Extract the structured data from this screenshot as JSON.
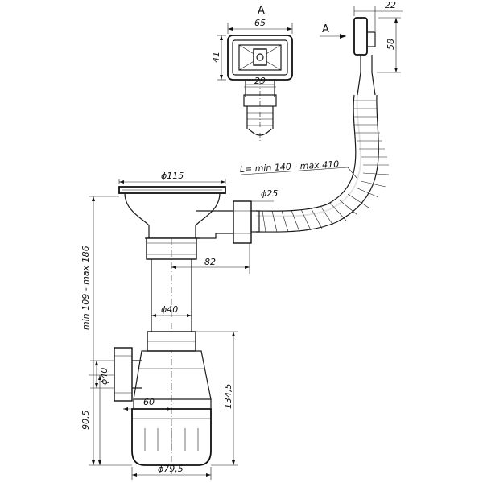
{
  "view_labels": {
    "section_mark": "A",
    "view_title": "A"
  },
  "dimensions": {
    "overflow_width": "65",
    "overflow_height": "41",
    "overflow_inner": "29",
    "top_offset": "22",
    "top_height": "58",
    "hose_length": "L= min 140 - max 410",
    "strainer_diameter": "ϕ115",
    "outlet_diameter": "ϕ25",
    "side_offset": "82",
    "tube_diameter": "ϕ40",
    "height_range": "min 109 - max 186",
    "side_inlet_diameter": "ϕ40",
    "inlet_offset": "60",
    "trap_height": "134,5",
    "bottom_height": "90,5",
    "bottom_diameter": "ϕ79,5"
  }
}
